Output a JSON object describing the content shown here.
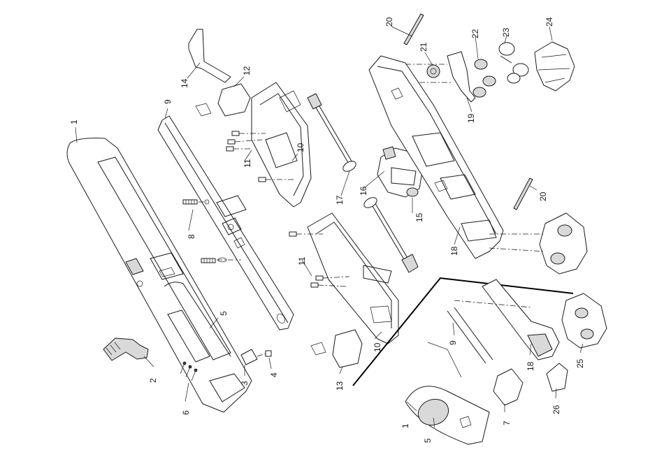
{
  "callouts": [
    {
      "id": "c1a",
      "label": "1"
    },
    {
      "id": "c1b",
      "label": "1"
    },
    {
      "id": "c2",
      "label": "2"
    },
    {
      "id": "c3",
      "label": "3"
    },
    {
      "id": "c4",
      "label": "4"
    },
    {
      "id": "c5a",
      "label": "5"
    },
    {
      "id": "c5b",
      "label": "5"
    },
    {
      "id": "c6",
      "label": "6"
    },
    {
      "id": "c7",
      "label": "7"
    },
    {
      "id": "c8",
      "label": "8"
    },
    {
      "id": "c9a",
      "label": "9"
    },
    {
      "id": "c9b",
      "label": "9"
    },
    {
      "id": "c10a",
      "label": "10"
    },
    {
      "id": "c10b",
      "label": "10"
    },
    {
      "id": "c11a",
      "label": "11"
    },
    {
      "id": "c11b",
      "label": "11"
    },
    {
      "id": "c12",
      "label": "12"
    },
    {
      "id": "c13",
      "label": "13"
    },
    {
      "id": "c14",
      "label": "14"
    },
    {
      "id": "c15",
      "label": "15"
    },
    {
      "id": "c16",
      "label": "16"
    },
    {
      "id": "c17",
      "label": "17"
    },
    {
      "id": "c18a",
      "label": "18"
    },
    {
      "id": "c18b",
      "label": "18"
    },
    {
      "id": "c19",
      "label": "19"
    },
    {
      "id": "c20a",
      "label": "20"
    },
    {
      "id": "c20b",
      "label": "20"
    },
    {
      "id": "c21",
      "label": "21"
    },
    {
      "id": "c22",
      "label": "22"
    },
    {
      "id": "c23",
      "label": "23"
    },
    {
      "id": "c24",
      "label": "24"
    },
    {
      "id": "c25",
      "label": "25"
    },
    {
      "id": "c26",
      "label": "26"
    }
  ]
}
